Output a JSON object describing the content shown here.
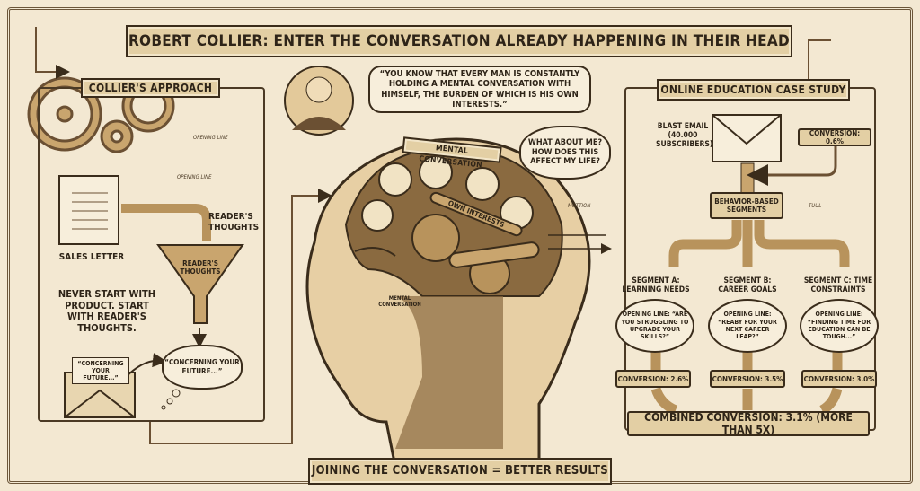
{
  "title": "ROBERT COLLIER: ENTER THE CONVERSATION ALREADY HAPPENING IN THEIR HEAD",
  "footer": "JOINING THE CONVERSATION = BETTER RESULTS",
  "left_panel": {
    "heading": "COLLIER'S APPROACH",
    "opening_line_1": "OPENING LINE",
    "opening_line_2": "OPENING LINE",
    "sales_letter": "SALES LETTER",
    "readers_thoughts_pipe": "READER'S THOUGHTS",
    "readers_thoughts_funnel": "READER'S THOUGHTS",
    "principle": "NEVER START WITH PRODUCT. START WITH READER'S THOUGHTS.",
    "letter_text": "“CONCERNING YOUR FUTURE...”",
    "thought_text": "“CONCERNING YOUR FUTURE...”"
  },
  "center": {
    "quote": "“YOU KNOW THAT EVERY MAN IS CONSTANTLY HOLDING A MENTAL CONVERSATION WITH HIMSELF, THE BURDEN OF WHICH IS HIS OWN INTERESTS.”",
    "brain_banner": "MENTAL CONVERSATION",
    "lever_label": "OWN INTERESTS",
    "thought": "WHAT ABOUT ME? HOW DOES THIS AFFECT MY LIFE?",
    "thought_note": "MOTTION",
    "side_label": "MENTAL CONVERSATION"
  },
  "right_panel": {
    "heading": "ONLINE EDUCATION CASE STUDY",
    "blast_email": "BLAST EMAIL (40.000 SUBSCRIBERS)",
    "blast_conversion": "CONVERSION: 0.6%",
    "segments_box": "BEHAVIOR-BASED SEGMENTS",
    "segments_note": "TUUL",
    "segments": [
      {
        "name": "SEGMENT A: LEARNING NEEDS",
        "opening": "OPENING LINE: “ARE YOU STRUGGLING TO UPGRADE YOUR SKILLS?”",
        "conversion": "CONVERSION: 2.6%"
      },
      {
        "name": "SEGMENT B: CAREER GOALS",
        "opening": "OPENING LINE: “REABY FOR YOUR NEXT CAREER LEAP?”",
        "conversion": "CONVERSION: 3.5%"
      },
      {
        "name": "SEGMENT C: TIME CONSTRAINTS",
        "opening": "OPENING LINE: “FINDING TIME FOR EDUCATION CAN BE TOUGH...”",
        "conversion": "CONVERSION: 3.0%"
      }
    ],
    "combined": "COMBINED CONVERSION: 3.1% (MORE THAN 5X)"
  },
  "colors": {
    "paper": "#f3e8d2",
    "ink": "#2e2418",
    "brass": "#c9a56e",
    "label_fill": "#e3cfa4"
  }
}
